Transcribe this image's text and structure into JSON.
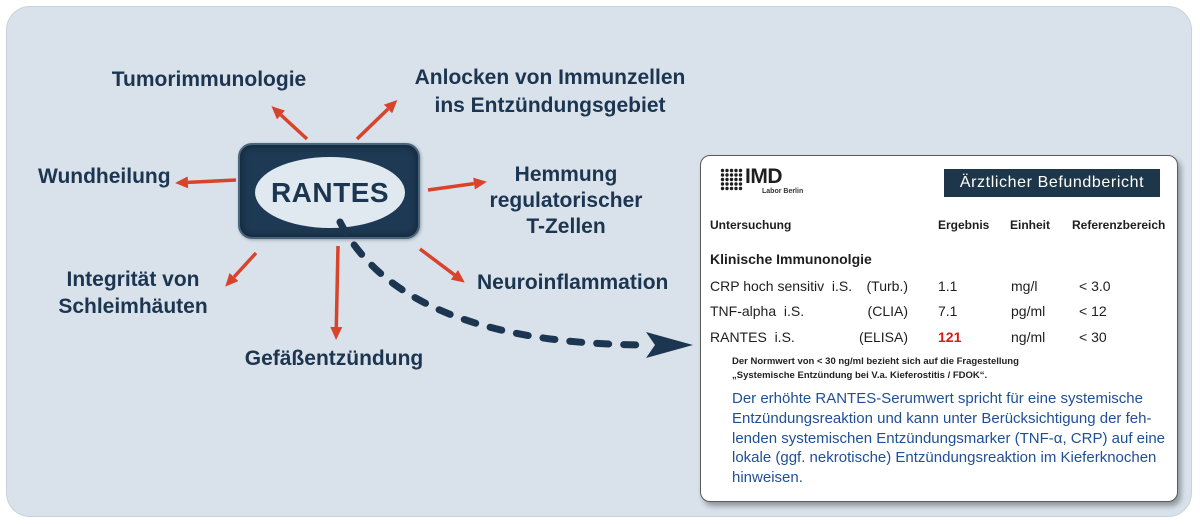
{
  "diagram": {
    "center": "RANTES",
    "functions": [
      {
        "lines": [
          "Tumorimmunologie"
        ]
      },
      {
        "lines": [
          "Anlocken von Immunzellen",
          "ins Entzündungsgebiet"
        ]
      },
      {
        "lines": [
          "Wundheilung"
        ]
      },
      {
        "lines": [
          "Hemmung",
          "regulatorischer",
          "T-Zellen"
        ]
      },
      {
        "lines": [
          "Integrität von",
          "Schleimhäuten"
        ]
      },
      {
        "lines": [
          "Neuroinflammation"
        ]
      },
      {
        "lines": [
          "Gefäßentzündung"
        ]
      }
    ],
    "colors": {
      "background": "#d9e2eb",
      "navy": "#1c3550",
      "arrow": "#d8432b",
      "ellipse": "#e1e9f0"
    }
  },
  "report": {
    "logo": {
      "name": "IMD",
      "subtitle": "Labor Berlin",
      "icon": "dot-grid-icon"
    },
    "title": "Ärztlicher Befundbericht",
    "columns": [
      "Untersuchung",
      "Ergebnis",
      "Einheit",
      "Referenzbereich"
    ],
    "section": "Klinische Immunonolgie",
    "rows": [
      {
        "test": "CRP hoch sensitiv  i.S.",
        "method": "(Turb.)",
        "result": "1.1",
        "unit": "mg/l",
        "reference": "< 3.0"
      },
      {
        "test": "TNF-alpha  i.S.",
        "method": "(CLIA)",
        "result": "7.1",
        "unit": "pg/ml",
        "reference": "< 12"
      },
      {
        "test": "RANTES  i.S.",
        "method": "(ELISA)",
        "result": "121",
        "unit": "ng/ml",
        "reference": "< 30",
        "flag_color": "#d01c1c"
      }
    ],
    "note": [
      "Der Normwert von < 30 ng/ml bezieht sich auf die Fragestellung",
      "„Systemische Entzündung bei V.a. Kieferostitis / FDOK“."
    ],
    "interpretation": [
      "Der erhöhte RANTES-Serumwert spricht für eine systemische",
      "Entzündungsreaktion und kann unter Berücksichtigung der feh-",
      "lenden systemischen Entzündungsmarker (TNF-α, CRP) auf eine",
      "lokale (ggf. nekrotische) Entzündungsreaktion im Kieferknochen",
      "hinweisen."
    ],
    "colors": {
      "title_bar": "#1d3649",
      "interpretation_text": "#1f4f96"
    }
  }
}
